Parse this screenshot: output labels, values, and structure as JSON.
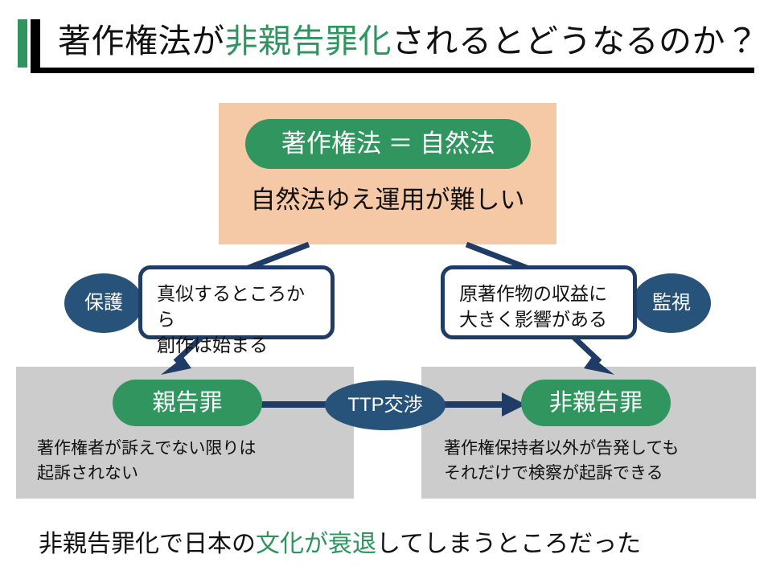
{
  "slide": {
    "title": {
      "before": "著作権法が",
      "highlight": "非親告罪化",
      "after": "されるとどうなるのか？"
    },
    "accent_green": "#2F9460",
    "accent_black": "#000000"
  },
  "top_panel": {
    "background": "#F6C9A6",
    "pill_label": "著作権法 ＝ 自然法",
    "pill_color": "#31955F",
    "subtitle": "自然法ゆえ運用が難しい"
  },
  "callouts": [
    {
      "tag": "保護",
      "line1": "真似するところから",
      "line2": "創作は始まる"
    },
    {
      "tag": "監視",
      "line1": "原著作物の収益に",
      "line2": "大きく影響がある"
    }
  ],
  "transition": {
    "label": "TTP交渉",
    "color": "#27527A"
  },
  "results": [
    {
      "pill_label": "親告罪",
      "desc_line1": "著作権者が訴えでない限りは",
      "desc_line2": "起訴されない",
      "panel_color": "#CCCCCC"
    },
    {
      "pill_label": "非親告罪",
      "desc_line1": "著作権保持者以外が告発しても",
      "desc_line2": "それだけで検察が起訴できる",
      "panel_color": "#CCCCCC"
    }
  ],
  "bottom_caption": {
    "before": "非親告罪化で日本の",
    "highlight": "文化が衰退",
    "after": "してしまうところだった"
  }
}
